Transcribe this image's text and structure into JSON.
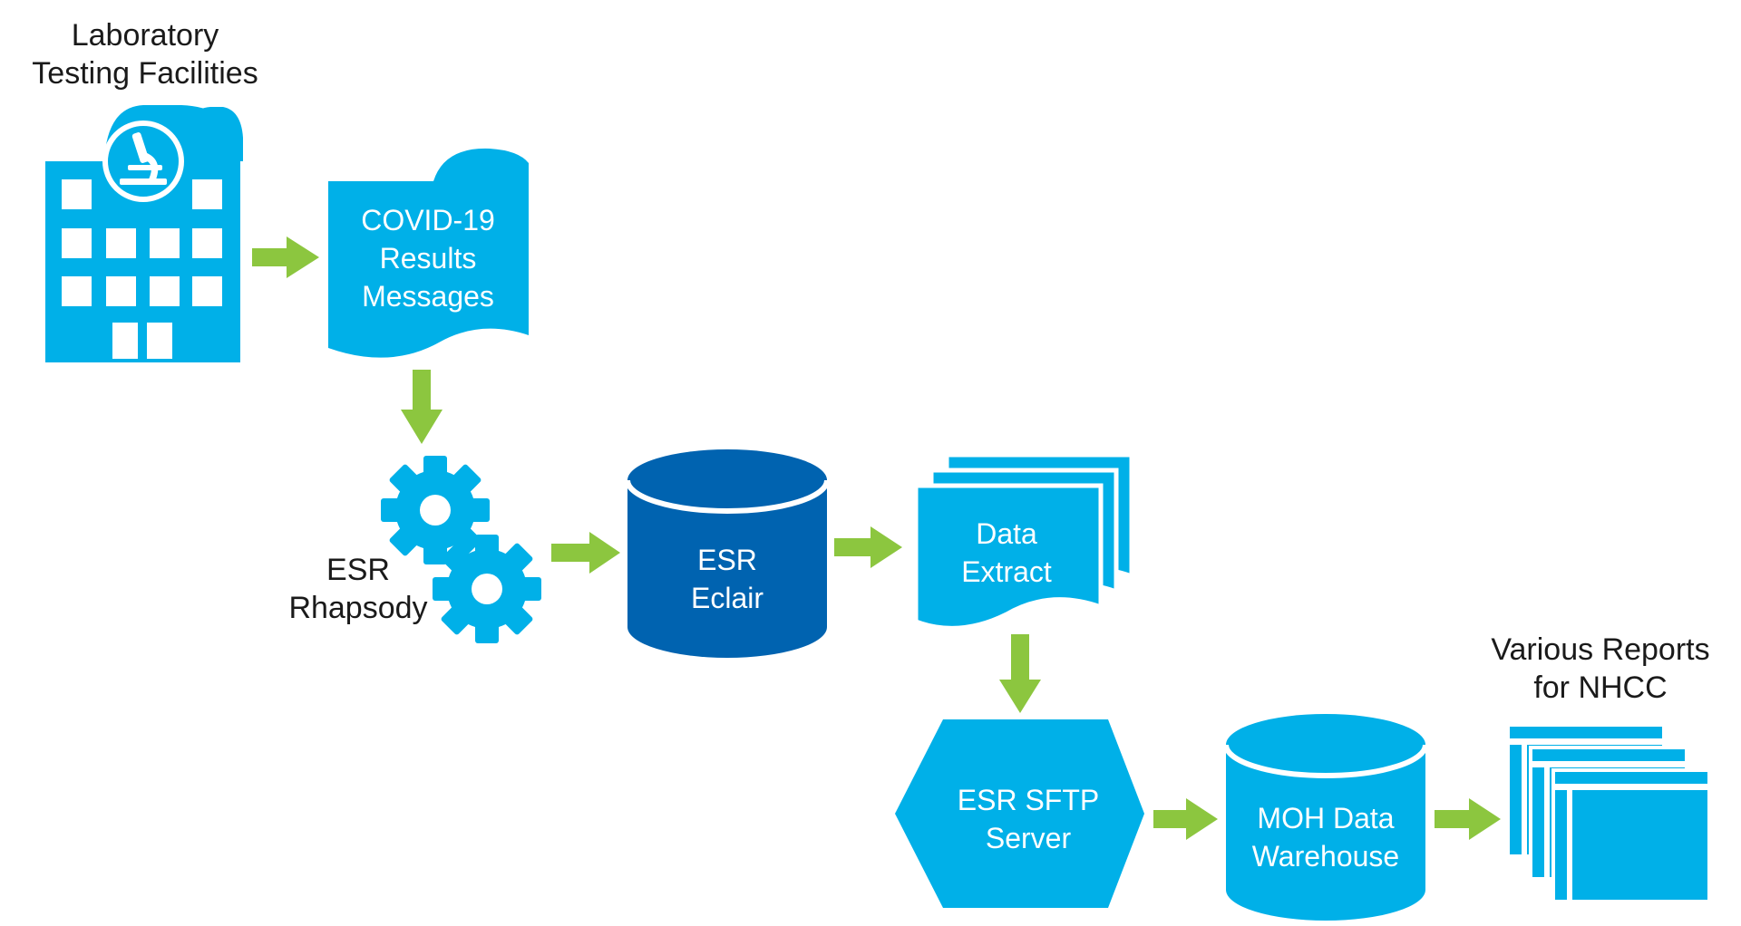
{
  "colors": {
    "light_blue": "#00b0e8",
    "dark_blue": "#0063b0",
    "arrow_green": "#8cc63f",
    "label_text": "#1a1a1a",
    "inner_text": "#ffffff"
  },
  "nodes": {
    "lab": {
      "icon": "hospital-microscope-icon",
      "label": [
        "Laboratory",
        "Testing Facilities"
      ]
    },
    "covid": {
      "icon": "wavy-document-icon",
      "text": [
        "COVID-19",
        "Results",
        "Messages"
      ]
    },
    "rhapsody": {
      "icon": "gears-icon",
      "label": [
        "ESR",
        "Rhapsody"
      ]
    },
    "eclair": {
      "icon": "database-cylinder-icon",
      "text": [
        "ESR",
        "Eclair"
      ]
    },
    "extract": {
      "icon": "stacked-documents-icon",
      "text": [
        "Data",
        "Extract"
      ]
    },
    "sftp": {
      "icon": "hexagon-server-icon",
      "text": [
        "ESR SFTP",
        "Server"
      ]
    },
    "warehouse": {
      "icon": "database-cylinder-icon",
      "text": [
        "MOH Data",
        "Warehouse"
      ]
    },
    "reports": {
      "icon": "stacked-windows-icon",
      "label": [
        "Various Reports",
        "for NHCC"
      ]
    }
  },
  "edges": [
    {
      "from": "lab",
      "to": "covid"
    },
    {
      "from": "covid",
      "to": "rhapsody"
    },
    {
      "from": "rhapsody",
      "to": "eclair"
    },
    {
      "from": "eclair",
      "to": "extract"
    },
    {
      "from": "extract",
      "to": "sftp"
    },
    {
      "from": "sftp",
      "to": "warehouse"
    },
    {
      "from": "warehouse",
      "to": "reports"
    }
  ]
}
